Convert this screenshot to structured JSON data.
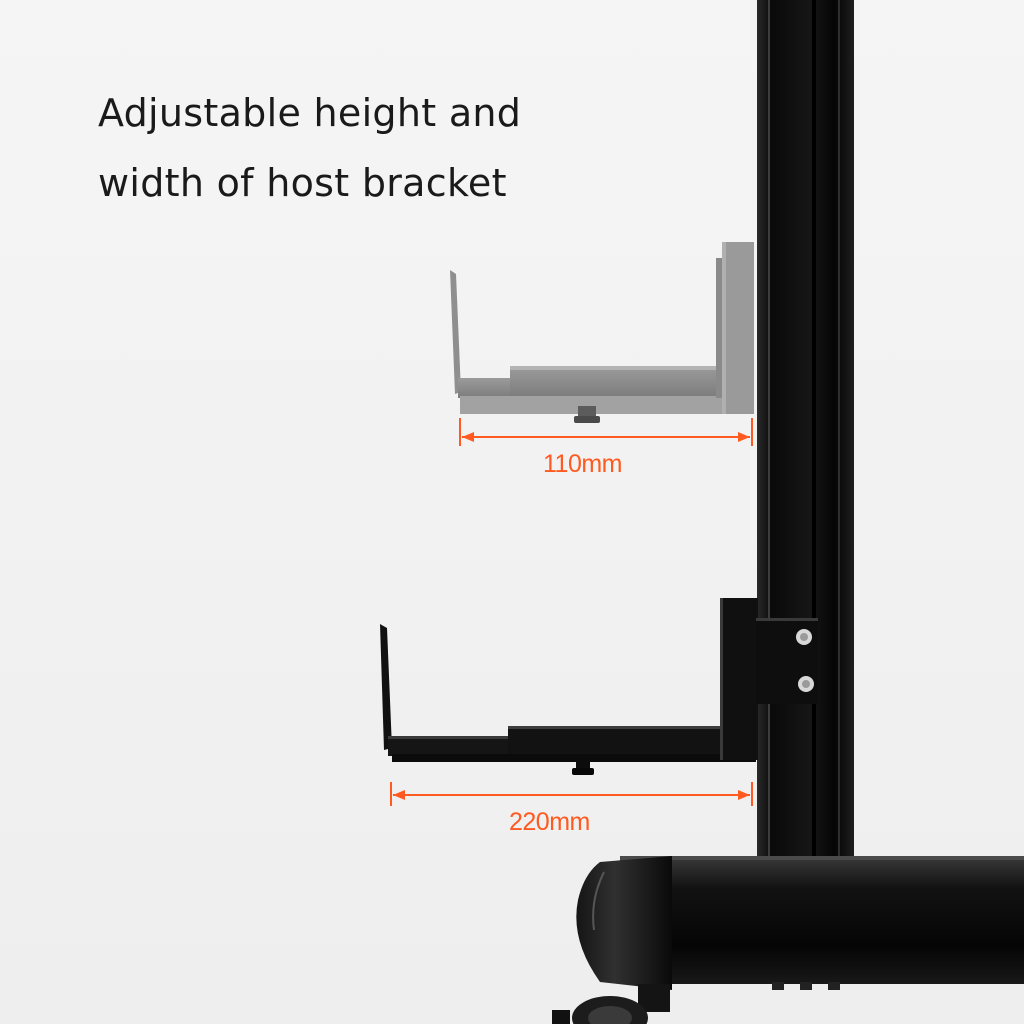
{
  "caption": {
    "line1": "Adjustable height and",
    "line2": "width of host bracket"
  },
  "dimensions": {
    "top_width": "110mm",
    "bottom_width": "220mm"
  },
  "colors": {
    "background": "#f3f3f3",
    "dimension_accent": "#ff5a1f",
    "frame": "#0c0c0c",
    "bracket_retracted": "#8e8e8e"
  }
}
